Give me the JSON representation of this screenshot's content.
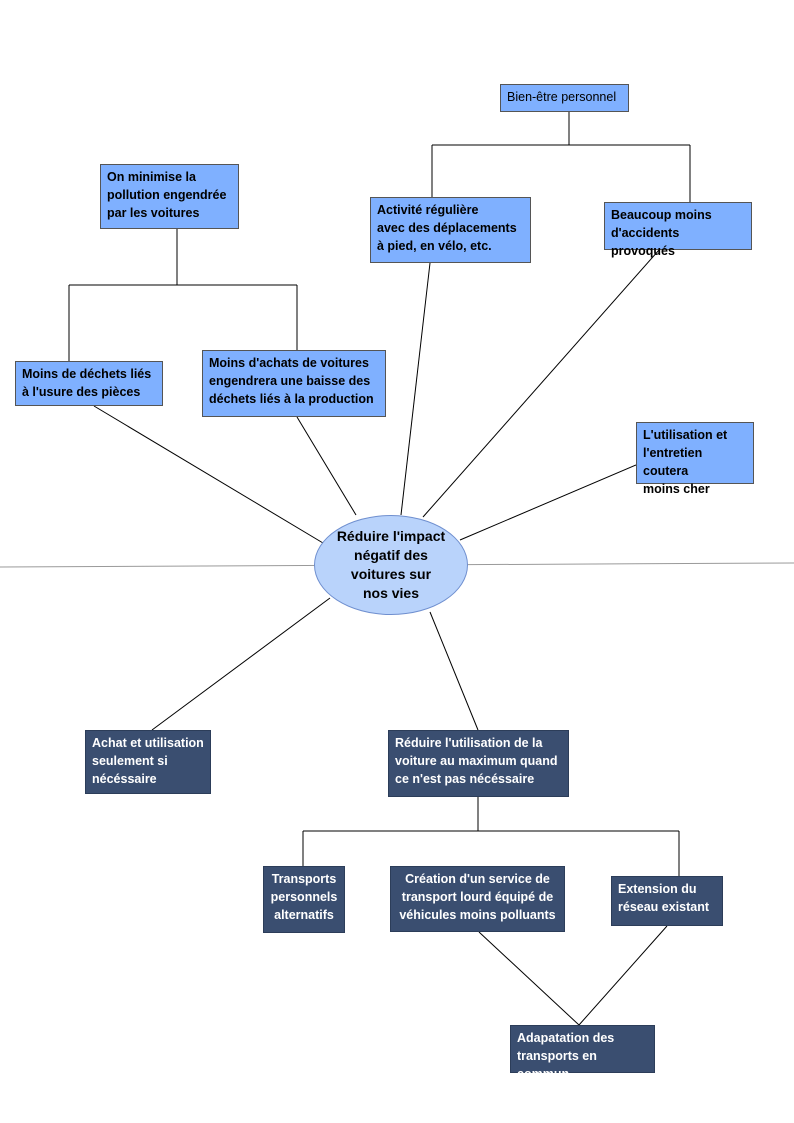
{
  "center": {
    "label": "Réduire l'impact\nnégatif des\nvoitures sur\nnos vies"
  },
  "nodes": {
    "bien_etre": "Bien-être personnel",
    "pollution": "On minimise la\npollution engendrée\npar les voitures",
    "activite": "Activité régulière\navec des déplacements\nà pied, en vélo, etc.",
    "accidents": "Beaucoup moins\nd'accidents provoqués",
    "dechets_pieces": "Moins de déchets liés\nà l'usure des pièces",
    "achats_voitures": "Moins d'achats de voitures\nengendrera une baisse des\ndéchets liés à la production",
    "entretien": "L'utilisation et\nl'entretien coutera\nmoins cher",
    "achat_utilisation": "Achat  et utilisation\nseulement si\nnécéssaire",
    "reduire_utilisation": "Réduire l'utilisation de la\nvoiture au maximum quand\nce n'est pas nécéssaire",
    "transports_perso": "Transports\npersonnels\nalternatifs",
    "service_lourd": "Création d'un service de\ntransport lourd équipé de\nvéhicules moins polluants",
    "extension": "Extension du\nréseau existant",
    "adaptation": "Adapatation des\ntransports en commun"
  },
  "colors": {
    "positive_box": "#7fb0ff",
    "action_box": "#3a4e70",
    "center_fill": "#b9d3fb"
  }
}
